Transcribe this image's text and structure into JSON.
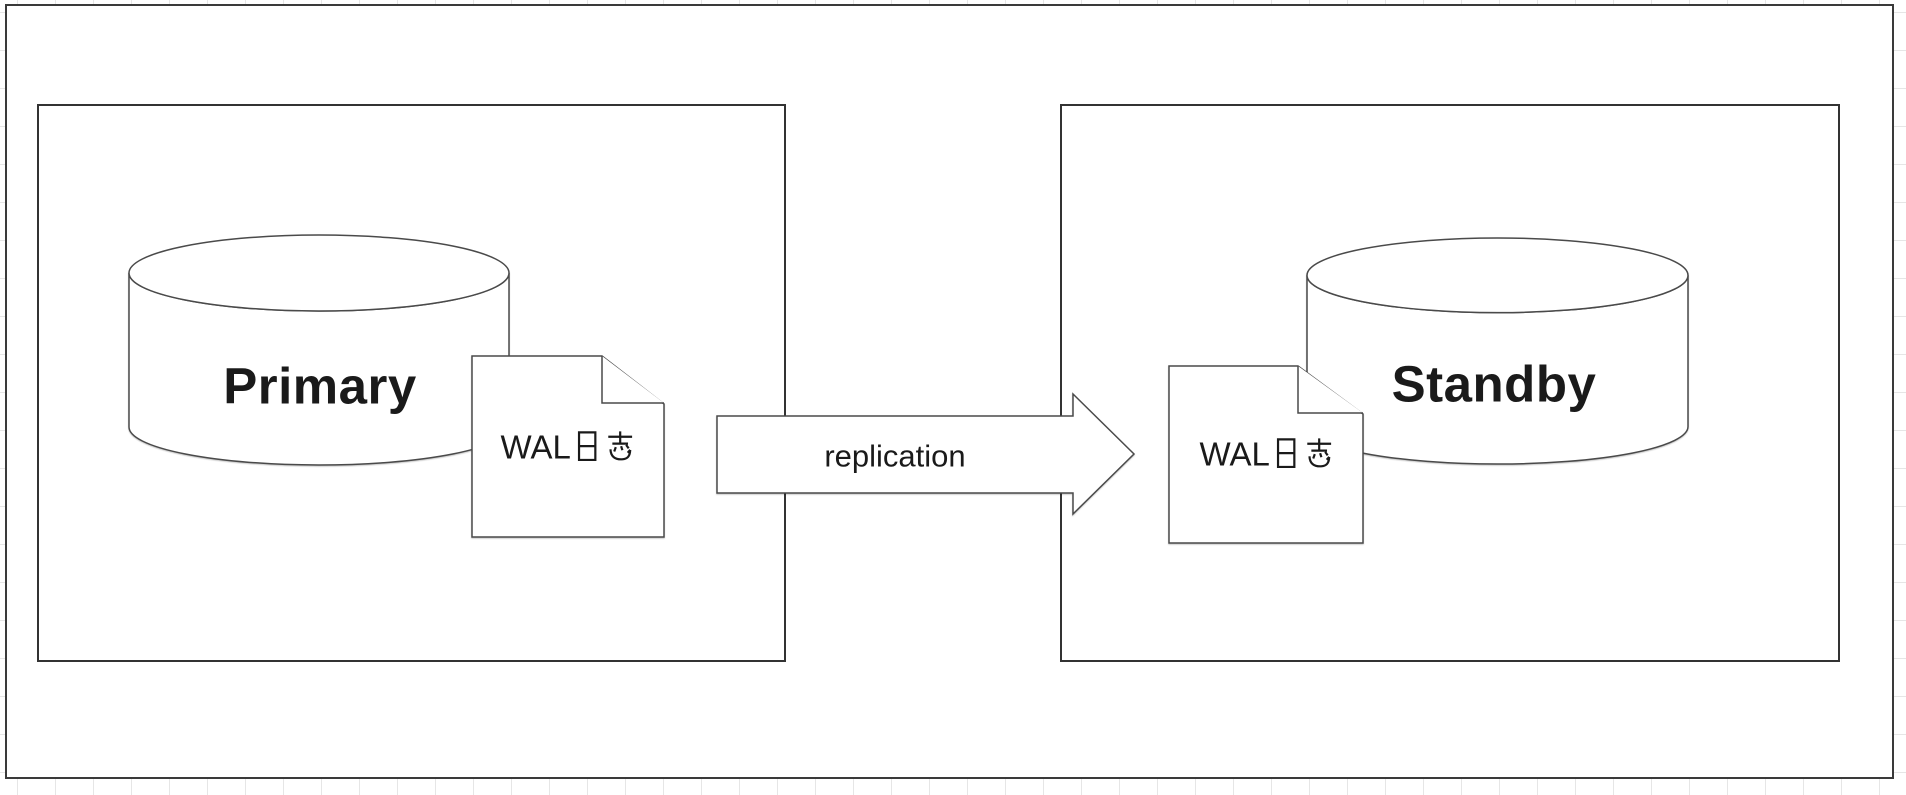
{
  "diagram": {
    "arrow": {
      "label": "replication",
      "shape": "block-arrow-right"
    },
    "primary": {
      "database_label": "Primary",
      "database_shape": "database-cylinder",
      "wal_document_label": "WAL日志",
      "wal_document_shape": "document-folded-corner"
    },
    "standby": {
      "database_label": "Standby",
      "database_shape": "database-cylinder",
      "wal_document_label": "WAL日志",
      "wal_document_shape": "document-folded-corner"
    }
  },
  "colors": {
    "line": "#3a3a3a",
    "shape_stroke": "#4a4a4a",
    "text": "#1a1a1a",
    "fill": "#ffffff",
    "grid_line": "#e6e6e6",
    "background": "#ffffff"
  }
}
